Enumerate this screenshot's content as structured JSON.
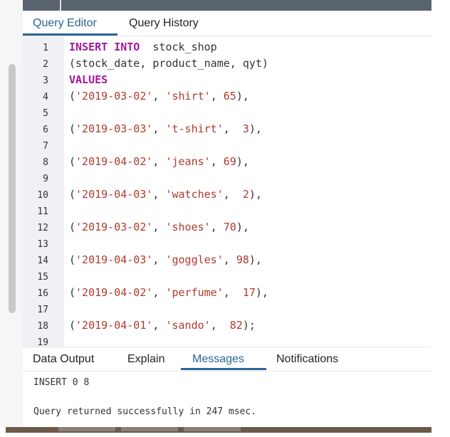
{
  "tabs": [
    "Query Editor",
    "Query History"
  ],
  "editor": {
    "lines": [
      {
        "n": "1",
        "parts": [
          [
            "kw",
            "INSERT INTO"
          ],
          [
            "",
            "  stock_shop"
          ]
        ]
      },
      {
        "n": "2",
        "parts": [
          [
            "",
            "(stock_date, product_name, qyt)"
          ]
        ]
      },
      {
        "n": "3",
        "parts": [
          [
            "kw",
            "VALUES"
          ]
        ]
      },
      {
        "n": "4",
        "parts": [
          [
            "",
            "("
          ],
          [
            "str",
            "'2019-03-02'"
          ],
          [
            "",
            ", "
          ],
          [
            "str",
            "'shirt'"
          ],
          [
            "",
            ", "
          ],
          [
            "num",
            "65"
          ],
          [
            "",
            "),"
          ]
        ]
      },
      {
        "n": "5",
        "parts": []
      },
      {
        "n": "6",
        "parts": [
          [
            "",
            "("
          ],
          [
            "str",
            "'2019-03-03'"
          ],
          [
            "",
            ", "
          ],
          [
            "str",
            "'t-shirt'"
          ],
          [
            "",
            ",  "
          ],
          [
            "num",
            "3"
          ],
          [
            "",
            "),"
          ]
        ]
      },
      {
        "n": "7",
        "parts": []
      },
      {
        "n": "8",
        "parts": [
          [
            "",
            "("
          ],
          [
            "str",
            "'2019-04-02'"
          ],
          [
            "",
            ", "
          ],
          [
            "str",
            "'jeans'"
          ],
          [
            "",
            ", "
          ],
          [
            "num",
            "69"
          ],
          [
            "",
            "),"
          ]
        ]
      },
      {
        "n": "9",
        "parts": []
      },
      {
        "n": "10",
        "parts": [
          [
            "",
            "("
          ],
          [
            "str",
            "'2019-04-03'"
          ],
          [
            "",
            ", "
          ],
          [
            "str",
            "'watches'"
          ],
          [
            "",
            ",  "
          ],
          [
            "num",
            "2"
          ],
          [
            "",
            "),"
          ]
        ]
      },
      {
        "n": "11",
        "parts": []
      },
      {
        "n": "12",
        "parts": [
          [
            "",
            "("
          ],
          [
            "str",
            "'2019-03-02'"
          ],
          [
            "",
            ", "
          ],
          [
            "str",
            "'shoes'"
          ],
          [
            "",
            ", "
          ],
          [
            "num",
            "70"
          ],
          [
            "",
            "),"
          ]
        ]
      },
      {
        "n": "13",
        "parts": []
      },
      {
        "n": "14",
        "parts": [
          [
            "",
            "("
          ],
          [
            "str",
            "'2019-04-03'"
          ],
          [
            "",
            ", "
          ],
          [
            "str",
            "'goggles'"
          ],
          [
            "",
            ", "
          ],
          [
            "num",
            "98"
          ],
          [
            "",
            "),"
          ]
        ]
      },
      {
        "n": "15",
        "parts": []
      },
      {
        "n": "16",
        "parts": [
          [
            "",
            "("
          ],
          [
            "str",
            "'2019-04-02'"
          ],
          [
            "",
            ", "
          ],
          [
            "str",
            "'perfume'"
          ],
          [
            "",
            ",  "
          ],
          [
            "num",
            "17"
          ],
          [
            "",
            "),"
          ]
        ]
      },
      {
        "n": "17",
        "parts": []
      },
      {
        "n": "18",
        "parts": [
          [
            "",
            "("
          ],
          [
            "str",
            "'2019-04-01'"
          ],
          [
            "",
            ", "
          ],
          [
            "str",
            "'sando'"
          ],
          [
            "",
            ",  "
          ],
          [
            "num",
            "82"
          ],
          [
            "",
            ");"
          ]
        ]
      },
      {
        "n": "19",
        "parts": []
      }
    ]
  },
  "output_tabs": [
    "Data Output",
    "Explain",
    "Messages",
    "Notifications"
  ],
  "messages": {
    "line1": "INSERT 0 8",
    "line2": "Query returned successfully in 247 msec."
  }
}
